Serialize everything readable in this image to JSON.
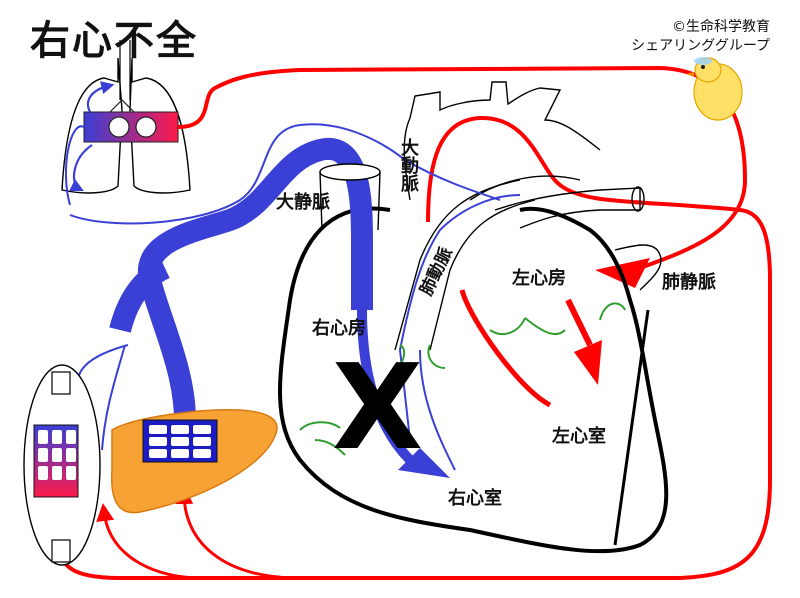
{
  "title": "右心不全",
  "credit": {
    "line1": "©生命科学教育",
    "line2": "シェアリンググループ"
  },
  "labels": {
    "aorta": "大動脈",
    "vena_cava": "大静脈",
    "pulmonary_artery": "肺動脈",
    "left_atrium": "左心房",
    "pulmonary_vein": "肺静脈",
    "right_atrium": "右心房",
    "left_ventricle": "左心室",
    "right_ventricle": "右心室",
    "failure_mark": "X"
  },
  "colors": {
    "oxygenated": "#ff0000",
    "deoxygenated": "#3a3fd6",
    "liver": "#f7a234",
    "outline": "#000000",
    "valve": "#2f9e2f",
    "capillary_gradient": [
      "#3a3fd6",
      "#ff1a4a"
    ]
  },
  "icons": {
    "lungs": "lungs-icon",
    "liver": "liver-icon",
    "body": "body-tissue-icon",
    "mascot": "chick-icon"
  }
}
